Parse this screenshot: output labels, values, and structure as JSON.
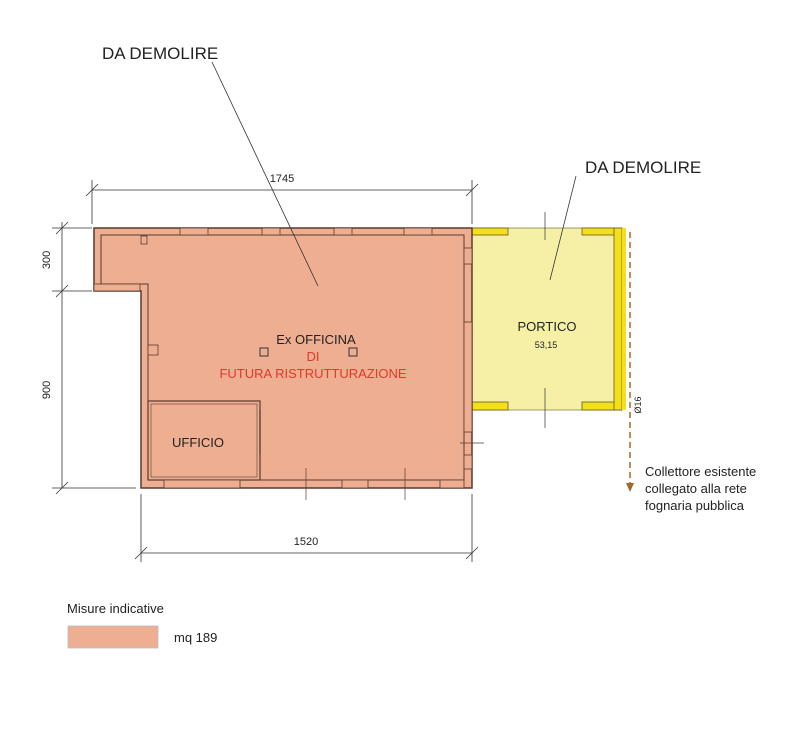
{
  "labels": {
    "demolish_main": "DA DEMOLIRE",
    "demolish_portico": "DA DEMOLIRE",
    "officina": "Ex OFFICINA",
    "di": "DI",
    "futura": "FUTURA RISTRUTTURAZIONE",
    "ufficio": "UFFICIO",
    "portico": "PORTICO",
    "portico_area": "53,15",
    "pipe_diameter": "Ø16",
    "collettore_line1": "Collettore esistente",
    "collettore_line2": "collegato alla rete",
    "collettore_line3": "fognaria pubblica"
  },
  "dimensions": {
    "top_width": "1745",
    "bottom_width": "1520",
    "left_upper": "300",
    "left_lower": "900"
  },
  "legend": {
    "title": "Misure indicative",
    "swatch_label": "mq 189"
  },
  "colors": {
    "officina_fill": "#eeae91",
    "portico_fill": "#f6f0a6",
    "wall_stroke": "#5a3a30",
    "accent_red": "#e03a2a",
    "pipe_yellow": "#f2e01a",
    "pipe_dash": "#a06a2a"
  }
}
